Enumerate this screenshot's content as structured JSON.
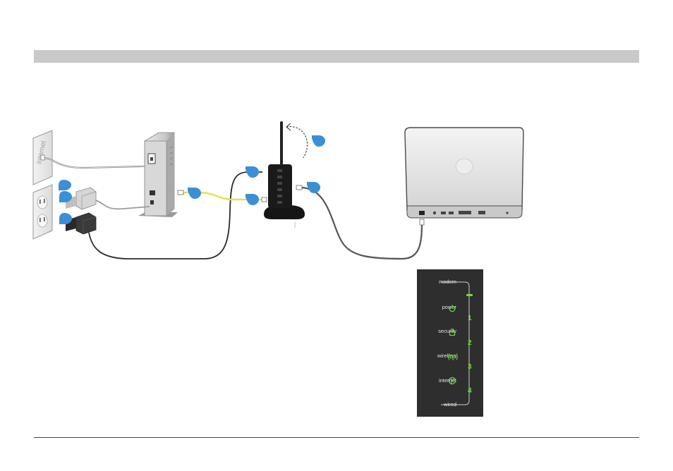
{
  "wall_label": "internet",
  "step_markers": [
    "",
    "",
    "",
    "",
    "",
    "",
    "",
    ""
  ],
  "led_panel": {
    "labels": {
      "modem": "modem",
      "power": "power",
      "security": "security",
      "wireless": "wireless",
      "internet": "internet",
      "wired": "wired"
    },
    "port_numbers": [
      "1",
      "2",
      "3",
      "4"
    ]
  },
  "colors": {
    "marker": "#3b8fd6",
    "led_green": "#6fdc3a",
    "yellow_cable": "#e6e24a",
    "panel_bg": "#2e2e2e",
    "header_bar": "#c9c9c9"
  }
}
